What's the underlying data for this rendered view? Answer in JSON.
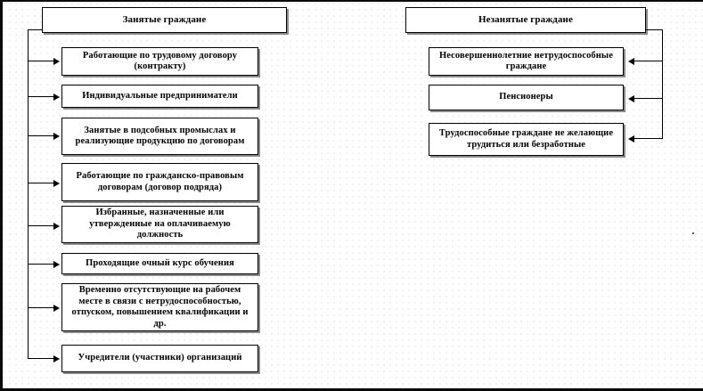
{
  "diagram": {
    "title_left": "Занятые граждане",
    "title_right": "Незанятые граждане",
    "accent_color": "#000000",
    "background_color": "#ffffff",
    "left_branch": {
      "heading": "Занятые граждане",
      "items": [
        {
          "label": "Работающие по трудовому договору (контракту)"
        },
        {
          "label": "Индивидуальные предприниматели"
        },
        {
          "label": "Занятые в подсобных промыслах и реализующие продукцию по договорам"
        },
        {
          "label": "Работающие по гражданско-правовым договорам (договор подряда)"
        },
        {
          "label": "Избранные, назначенные или утвержденные на оплачиваемую должность"
        },
        {
          "label": "Проходящие очный курс обучения"
        },
        {
          "label": "Временно отсутствующие на рабочем месте в связи с нетрудоспособностью, отпуском, повышением квалификации и др."
        },
        {
          "label": "Учредители (участники) организаций"
        }
      ]
    },
    "right_branch": {
      "heading": "Незанятые граждане",
      "items": [
        {
          "label": "Несовершеннолетние нетрудоспособные граждане"
        },
        {
          "label": "Пенсионеры"
        },
        {
          "label": "Трудоспособные граждане не желающие трудиться или безработные"
        }
      ]
    }
  }
}
